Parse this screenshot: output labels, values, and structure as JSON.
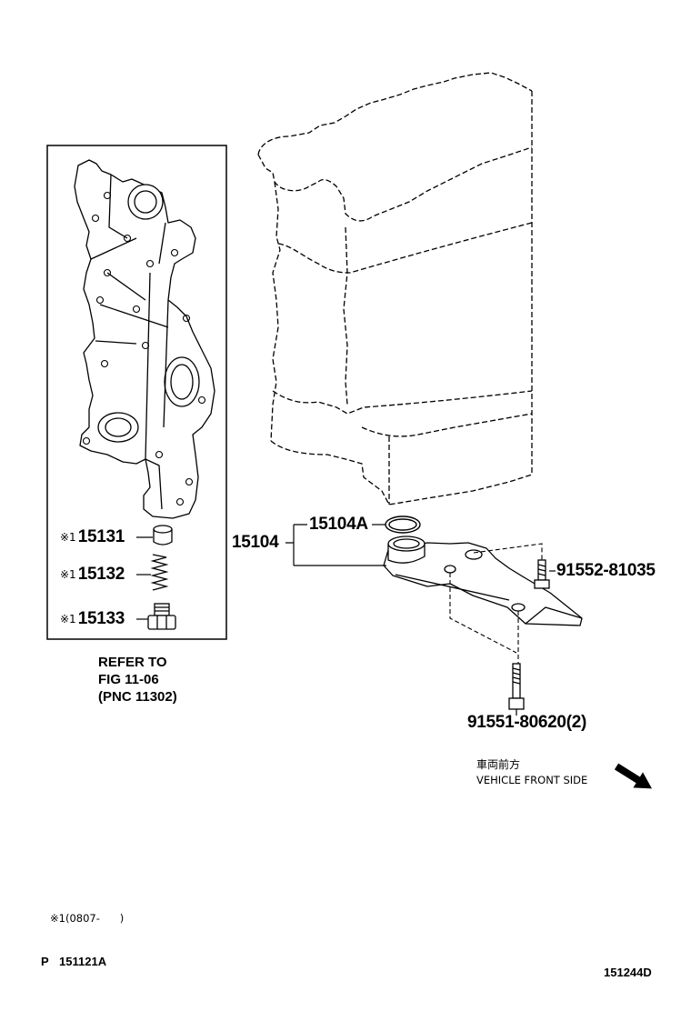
{
  "parts_box": {
    "items": [
      {
        "mark": "※1",
        "part_no": "15131"
      },
      {
        "mark": "※1",
        "part_no": "15132"
      },
      {
        "mark": "※1",
        "part_no": "15133"
      }
    ],
    "refer": [
      "REFER TO",
      "FIG 11-06",
      "(PNC 11302)"
    ]
  },
  "callouts": {
    "assembly": "15104",
    "o_ring": "15104A",
    "bolt_a": "91552-81035",
    "bolt_b": "91551-80620(2)"
  },
  "direction": {
    "ja": "車両前方",
    "en": "VEHICLE FRONT SIDE",
    "icon": "arrow-down-right-icon"
  },
  "note": "※1(0807-      )",
  "footer": {
    "page_ref": "P 151121A",
    "figure_id": "151244D"
  },
  "colors": {
    "line": "#000000",
    "background": "#ffffff"
  }
}
